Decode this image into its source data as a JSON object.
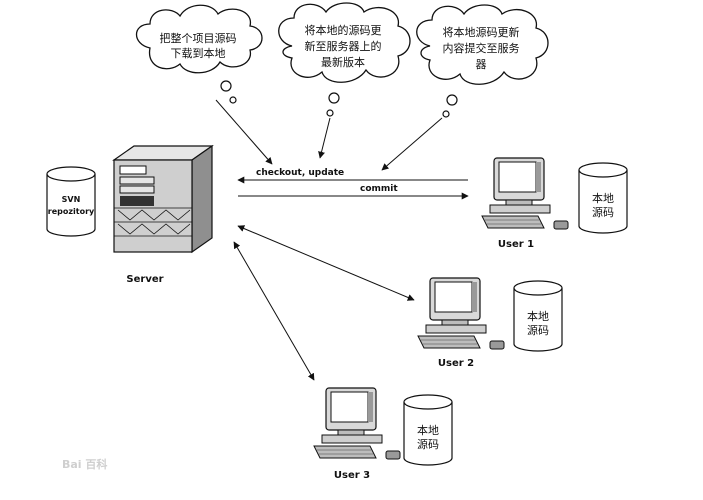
{
  "clouds": [
    {
      "lines": [
        "把整个项目源码",
        "下载到本地"
      ]
    },
    {
      "lines": [
        "将本地的源码更",
        "新至服务器上的",
        "最新版本"
      ]
    },
    {
      "lines": [
        "将本地源码更新",
        "内容提交至服务",
        "器"
      ]
    }
  ],
  "repository": {
    "lines": [
      "SVN",
      "repozitory"
    ]
  },
  "server": {
    "label": "Server"
  },
  "arrows": {
    "checkout_label": "checkout, update",
    "commit_label": "commit"
  },
  "users": [
    {
      "label": "User 1",
      "db_lines": [
        "本地",
        "源码"
      ]
    },
    {
      "label": "User 2",
      "db_lines": [
        "本地",
        "源码"
      ]
    },
    {
      "label": "User 3",
      "db_lines": [
        "本地",
        "源码"
      ]
    }
  ],
  "watermark": "Bai 百科"
}
